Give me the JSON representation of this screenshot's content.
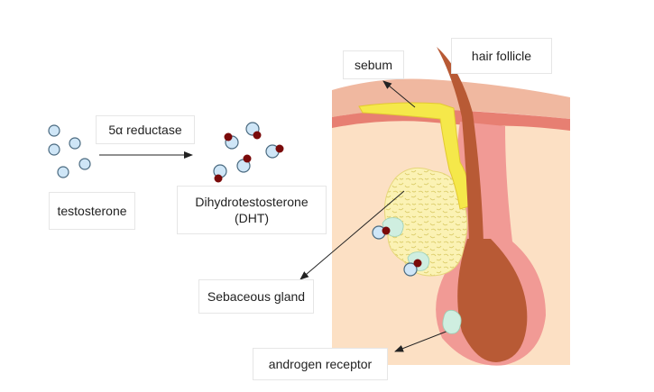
{
  "labels": {
    "reductase": "5α reductase",
    "testosterone": "testosterone",
    "dht_line1": "Dihydrotestosterone",
    "dht_line2": "(DHT)",
    "sebum": "sebum",
    "hair_follicle": "hair follicle",
    "sebaceous_gland": "Sebaceous gland",
    "androgen_receptor": "androgen receptor"
  },
  "colors": {
    "molecule_fill": "#cfe6f7",
    "molecule_stroke": "#4a6a80",
    "dht_dot": "#7a0a0a",
    "skin_top": "#f0b8a0",
    "skin_band": "#e77f72",
    "dermis": "#fce0c4",
    "follicle": "#b85a35",
    "gland_fill": "#fbf2b4",
    "sebum_fill": "#f5e84a",
    "receptor": "#cfeee0"
  },
  "icons": [
    "testosterone-molecule",
    "dht-molecule",
    "androgen-receptor-shape"
  ]
}
